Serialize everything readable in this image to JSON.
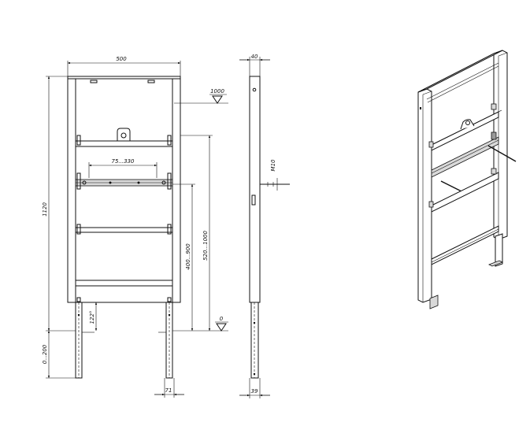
{
  "dimensions": {
    "width_top": "500",
    "depth_top": "40",
    "height_total": "1120",
    "leg_range": "0...200",
    "crossbar_range": "75...330",
    "height_range_outer": "520...1000",
    "height_range_inner": "400...900",
    "angle": "122°",
    "level_top": "1000",
    "level_zero": "0",
    "bolt": "M10",
    "foot_width": "71",
    "foot_depth": "39"
  }
}
